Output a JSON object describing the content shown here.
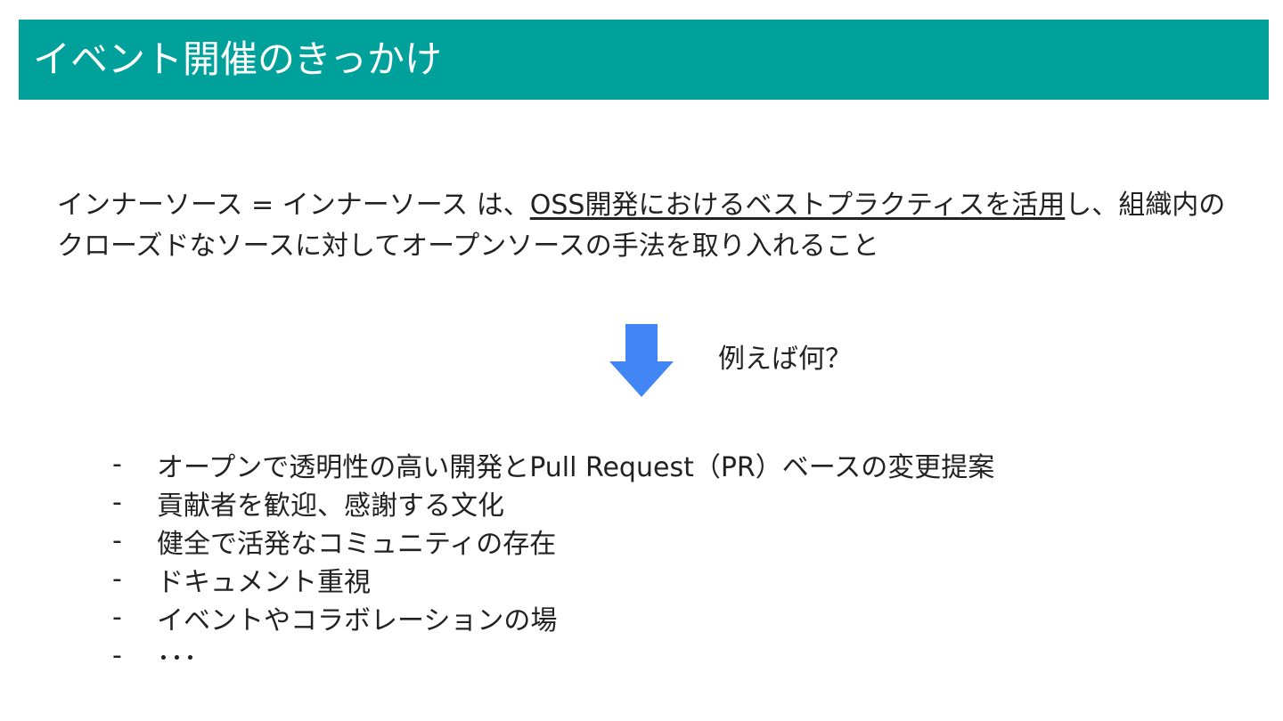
{
  "slide": {
    "title": "イベント開催のきっかけ",
    "colors": {
      "title_bar": "#00A19B",
      "arrow": "#4285F4",
      "text": "#222222"
    }
  },
  "definition": {
    "plain_1": "インナーソース = インナーソース は、",
    "underlined": "OSS開発におけるベストプラクティスを活用",
    "plain_2": "し、組織内のクローズドなソースに対してオープンソースの手法を取り入れること"
  },
  "transition": {
    "arrow_icon": "arrow-down-icon",
    "question": "例えば何？"
  },
  "bullets": {
    "marker": "-",
    "items": [
      "オープンで透明性の高い開発とPull Request（PR）ベースの変更提案",
      "貢献者を歓迎、感謝する文化",
      "健全で活発なコミュニティの存在",
      "ドキュメント重視",
      "イベントやコラボレーションの場",
      "･･･"
    ]
  }
}
